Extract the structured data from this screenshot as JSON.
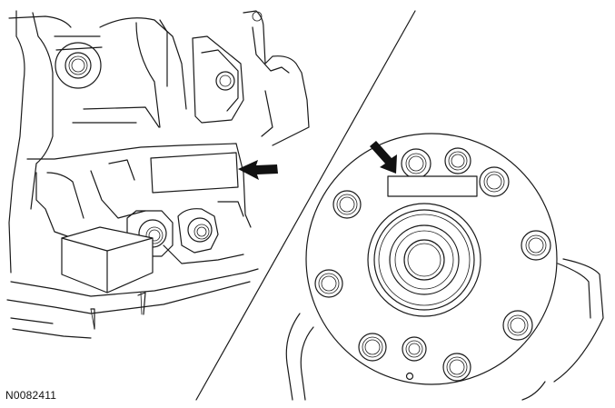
{
  "figure": {
    "id": "N0082411"
  },
  "colors": {
    "line": "#1a1a1a",
    "background": "#ffffff"
  },
  "panels": [
    {
      "name": "engine-block-view",
      "callout": "label-box-with-arrow"
    },
    {
      "name": "flywheel-hub-view",
      "callout": "label-box-with-arrow"
    }
  ]
}
